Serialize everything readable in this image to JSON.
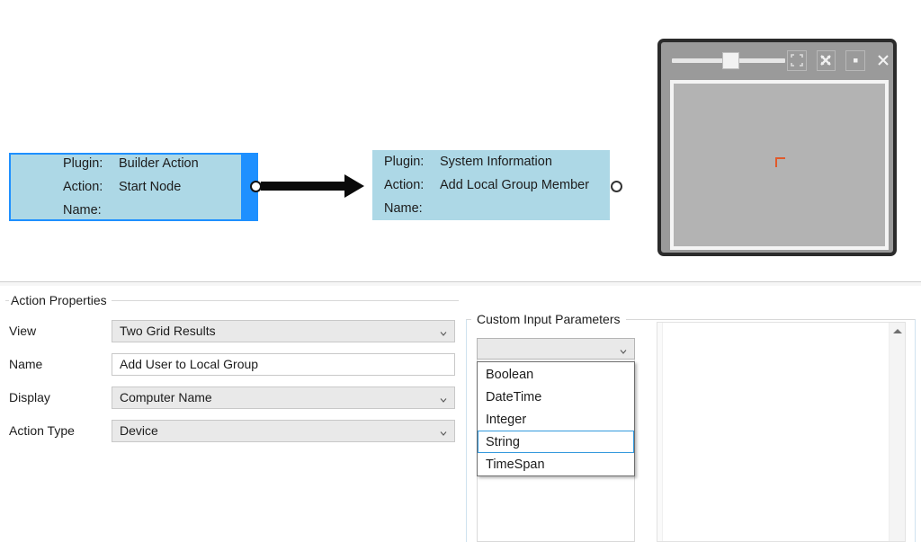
{
  "canvas": {
    "nodes": [
      {
        "id": "start",
        "plugin_key": "Plugin:",
        "plugin_value": "Builder Action",
        "action_key": "Action:",
        "action_value": "Start Node",
        "name_key": "Name:",
        "name_value": "",
        "selected": true,
        "fill_color": "#ADD8E6",
        "accent_color": "#1E90FF"
      },
      {
        "id": "action",
        "plugin_key": "Plugin:",
        "plugin_value": "System Information",
        "action_key": "Action:",
        "action_value": "Add Local Group Member",
        "name_key": "Name:",
        "name_value": "",
        "selected": false,
        "fill_color": "#ADD8E6",
        "accent_color": "#1E90FF"
      }
    ]
  },
  "minimap": {
    "zoom_slider_value": "50",
    "buttons": [
      {
        "icon": "fit-to-screen-icon"
      },
      {
        "icon": "expand-arrows-icon"
      },
      {
        "icon": "stop-square-icon"
      },
      {
        "icon": "close-icon"
      }
    ],
    "marker_color": "#e05a2b"
  },
  "properties": {
    "group_title": "Action Properties",
    "fields": [
      {
        "label": "View",
        "type": "combo",
        "value": "Two Grid Results"
      },
      {
        "label": "Name",
        "type": "text",
        "value": "Add User to Local Group",
        "placeholder": ""
      },
      {
        "label": "Display",
        "type": "combo",
        "value": "Computer Name"
      },
      {
        "label": "Action Type",
        "type": "combo",
        "value": "Device"
      }
    ]
  },
  "custom_params": {
    "group_title": "Custom Input Parameters",
    "type_combo_value": "",
    "type_options": [
      {
        "label": "Boolean",
        "selected": false
      },
      {
        "label": "DateTime",
        "selected": false
      },
      {
        "label": "Integer",
        "selected": false
      },
      {
        "label": "String",
        "selected": true
      },
      {
        "label": "TimeSpan",
        "selected": false
      }
    ],
    "selection_color": "#3399dd"
  }
}
